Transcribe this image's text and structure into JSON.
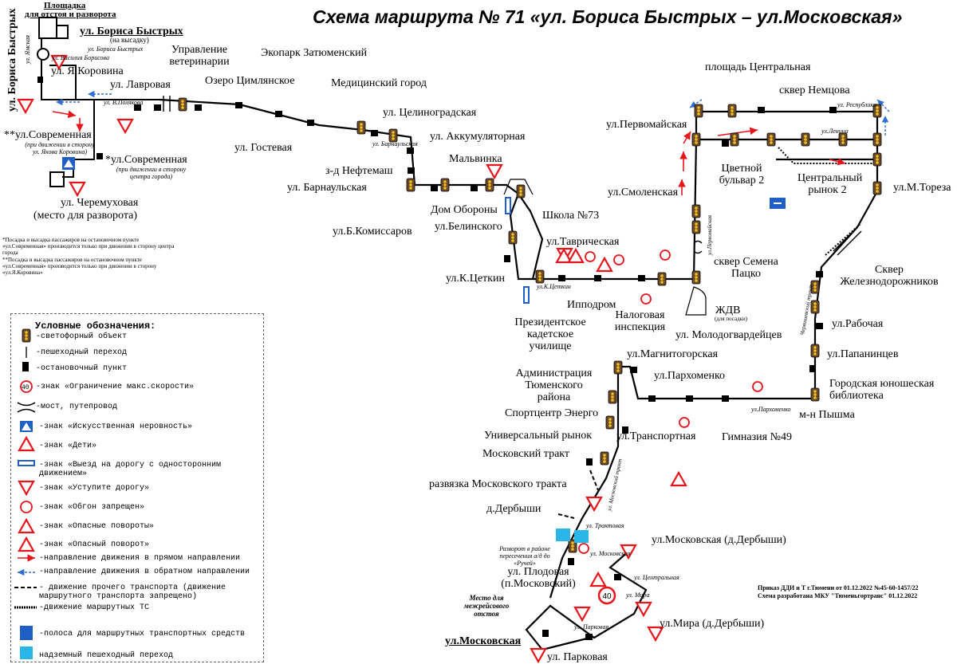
{
  "title": "Схема маршрута № 71 «ул. Бориса Быстрых – ул.Московская»",
  "top_left": {
    "ploshchadka": "Площадка",
    "dlya_otstoya": "для отстоя и разворота",
    "borisa_vertical": "ул. Бориса Быстрых",
    "borisa_small": "ул. Ямская"
  },
  "stops": {
    "borisa": "ул. Бориса Быстрых",
    "na_vysadku": "(на высадку)",
    "borisa_small": "ул. Бориса Быстрых",
    "vasiliya": "ул. Василия Борисова",
    "korovina": "ул. Я.Коровина",
    "lavrovaya": "ул. Лавровая",
    "v_polyakova": "ул. В.Полякова",
    "upr_vet": "Управление ветеринарии",
    "ozero": "Озеро Цимлянское",
    "ekopark": "Экопарк Затюменский",
    "medgorod": "Медицинский город",
    "tselinogradskaya": "ул. Целиноградская",
    "gostevaya": "ул. Гостевая",
    "sovremennaya1": "**ул.Современная",
    "sovr1_note": "(при движении в сторону ул. Якова Коровина)",
    "sovremennaya2": "*ул.Современная",
    "sovr2_note": "(при движении в сторону центра города)",
    "cheremuhovaya": "ул. Черемуховая",
    "mesto_razvorota": "(место для разворота)",
    "barnaulskaya": "ул. Барнаульская",
    "barnaulskaya_small": "ул. Барнаульская",
    "z_neftemash": "з-д Нефтемаш",
    "akkumulyatornaya": "ул. Аккумуляторная",
    "malvinka": "Мальвинка",
    "dom_oborony": "Дом Обороны",
    "belinskogo": "ул.Белинского",
    "b_komissarov": "ул.Б.Комиссаров",
    "shkola73": "Школа №73",
    "tavricheskaya": "ул.Таврическая",
    "k_tsetkin": "ул.К.Цеткин",
    "k_tsetkin_small": "ул.К.Цеткин",
    "ippodrom": "Ипподром",
    "nalogovaya": "Налоговая инспекция",
    "prez_uchilishe": "Президентское кадетское училище",
    "ploshad_tsentr": "площадь Центральная",
    "skver_nemtsova": "сквер Немцова",
    "respubliki": "ул. Республики",
    "lenina": "ул.Ленина",
    "pervomayskaya": "ул.Первомайская",
    "pervomayskaya_small": "ул.Первомайская",
    "tsvetnoy": "Цветной бульвар 2",
    "tsentr_rynok": "Центральный рынок 2",
    "smolenskaya": "ул.Смоленская",
    "m_toreza": "ул.М.Тореза",
    "skver_patsko": "сквер Семена Пацко",
    "zhdv": "ЖДВ",
    "dlya_posadki": "(для посадки)",
    "skver_zhd": "Сквер Железнодорожников",
    "chervishevsky": "Червишевский тракт",
    "rabochaya": "ул.Рабочая",
    "molodogvardeytsev": "ул. Молодогвардейцев",
    "papanintsev": "ул.Папанинцев",
    "biblioteka": "Городская юношеская библиотека",
    "m_n_pyshma": "м-н Пышма",
    "parhomenko": "ул.Пархоменко",
    "parhomenko_small": "ул.Пархоменко",
    "magnitogorskaya": "ул.Магнитогорская",
    "admin": "Администрация Тюменского района",
    "sport": "Спортцентр Энерго",
    "univ_rynok": "Универсальный рынок",
    "mosk_trakt": "Московский тракт",
    "transportnaya": "ул.Транспортная",
    "gimnaziya": "Гимназия №49",
    "razvyazka": "развязка Московского тракта",
    "mosk_trakt_small": "ул. Московский тракт",
    "d_derbyshi": "д.Дербыши",
    "trahtovaya": "ул. Трактовая",
    "razvorot_note": "Разворот в районе пересечения а/д до «Ручей»",
    "plodovaya": "ул. Плодовая (п.Московский)",
    "moskovskaya_d": "ул.Московская (д.Дербыши)",
    "moskovskaya_small": "ул. Московская",
    "tsentralnaya_small": "ул. Центральная",
    "mira_small": "ул. Мира",
    "mira_d": "ул.Мира (д.Дербыши)",
    "mesto_otstoya": "Место для межрейсового отстоя",
    "moskovskaya_final": "ул.Московская",
    "parkovaya": "ул. Парковая",
    "parkovaya_small": "ул. Парковая"
  },
  "notes": {
    "note1": "*Посадка и высадка пассажиров на остановочном пункте «ул.Современная» производится только при движении в сторону центра города",
    "note2": "**Посадка и высадка пассажиров на остановочном пункте «ул.Современная» производится только при движении в сторону «ул.Я.Коровина»"
  },
  "order": {
    "line1": "Приказ ДДИ и Т г.Тюмени от 01.12.2022 №45-60-1457/22",
    "line2": "Схема разработана МКУ \"Тюменьгортранс\" 01.12.2022"
  },
  "legend": {
    "title": "Условные обозначения:",
    "items": [
      "-светофорный объект",
      "-пешеходный переход",
      "-остановочный пункт",
      "-знак «Ограничение макс.скорости»",
      "-мост, путепровод",
      "-знак «Искусственная неровность»",
      "-знак «Дети»",
      "-знак «Выезд на дорогу с односторонним движением»",
      "-знак «Уступите дорогу»",
      "-знак «Обгон запрещен»",
      "-знак «Опасные повороты»",
      "-знак «Опасный поворот»",
      "-направление движения в прямом направлении",
      "-направление движения в обратном направлении",
      "- движение прочего транспорта (движение маршрутного транспорта запрещено)",
      "-движение маршрутных ТС",
      "-полоса для маршрутных транспортных средств",
      " надземный пешеходный переход"
    ],
    "speed": "40"
  },
  "colors": {
    "route": "#000000",
    "forward": "#e8141b",
    "backward": "#2e6fd1",
    "sign_red": "#e8141b",
    "blue": "#1f5fc5"
  }
}
